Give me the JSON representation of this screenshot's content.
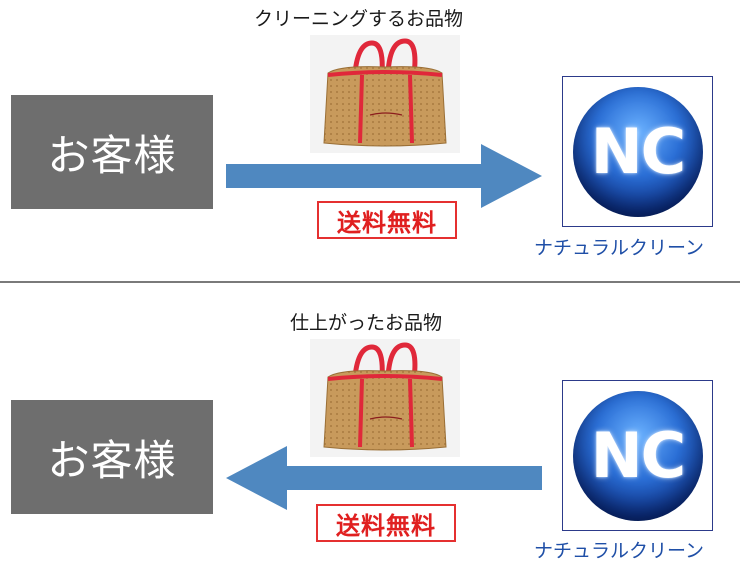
{
  "top_flow": {
    "caption": "クリーニングするお品物",
    "customer_label": "お客様",
    "badge": "送料無料",
    "logo_text": "NC",
    "company_name": "ナチュラルクリーン"
  },
  "bottom_flow": {
    "caption": "仕上がったお品物",
    "customer_label": "お客様",
    "badge": "送料無料",
    "logo_text": "NC",
    "company_name": "ナチュラルクリーン"
  },
  "colors": {
    "customer_box": "#6e6e6e",
    "arrow": "#4f88c0",
    "badge_red": "#e02020",
    "company_blue": "#1f4fa7"
  }
}
